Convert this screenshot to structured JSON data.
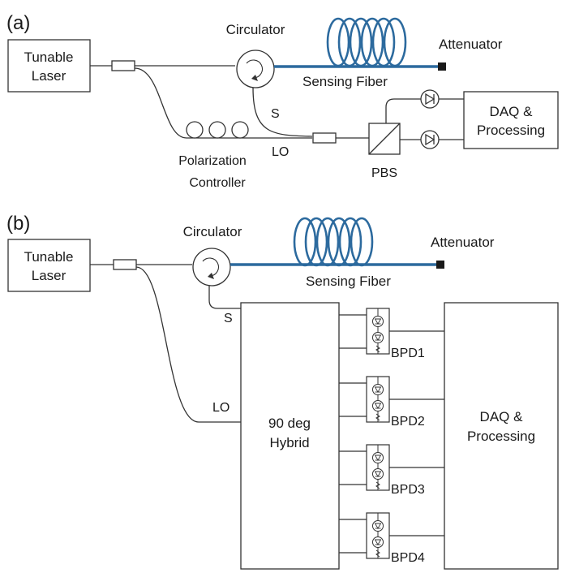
{
  "panel_a": {
    "tag": "(a)",
    "laser": [
      "Tunable",
      "Laser"
    ],
    "circulator": "Circulator",
    "fiber": "Sensing Fiber",
    "attenuator": "Attenuator",
    "s_label": "S",
    "lo_label": "LO",
    "polarization": [
      "Polarization",
      "Controller"
    ],
    "pbs": "PBS",
    "daq": [
      "DAQ &",
      "Processing"
    ]
  },
  "panel_b": {
    "tag": "(b)",
    "laser": [
      "Tunable",
      "Laser"
    ],
    "circulator": "Circulator",
    "fiber": "Sensing Fiber",
    "attenuator": "Attenuator",
    "s_label": "S",
    "lo_label": "LO",
    "hybrid": [
      "90 deg",
      "Hybrid"
    ],
    "bpds": [
      "BPD1",
      "BPD2",
      "BPD3",
      "BPD4"
    ],
    "daq": [
      "DAQ &",
      "Processing"
    ]
  },
  "colors": {
    "fiber": "#2c6a9e",
    "line": "#333333"
  }
}
